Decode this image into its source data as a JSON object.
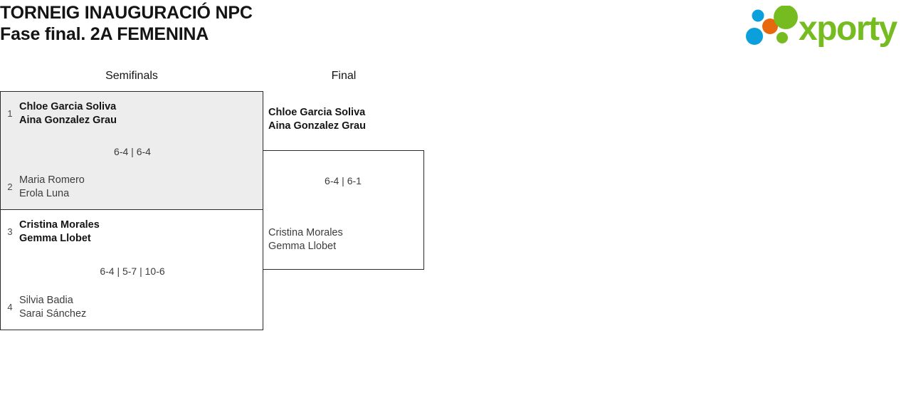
{
  "header": {
    "title_line1": "TORNEIG INAUGURACIÓ NPC",
    "title_line2": "Fase final. 2A FEMENINA",
    "logo": {
      "name": "xporty-logo",
      "wordmark": "xporty",
      "colors": {
        "green": "#76bc21",
        "blue": "#0b9fdb",
        "orange": "#e8680d"
      }
    }
  },
  "bracket": {
    "rounds": [
      {
        "id": "semifinals",
        "label": "Semifinals"
      },
      {
        "id": "final",
        "label": "Final"
      }
    ],
    "matches": {
      "sf1": {
        "highlighted": true,
        "score": "6-4 | 6-4",
        "top": {
          "seed": "1",
          "is_winner": true,
          "player1": "Chloe Garcia Soliva",
          "player2": "Aina Gonzalez Grau"
        },
        "bottom": {
          "seed": "2",
          "is_winner": false,
          "player1": "Maria Romero",
          "player2": "Erola Luna"
        }
      },
      "sf2": {
        "highlighted": false,
        "score": "6-4 | 5-7 | 10-6",
        "top": {
          "seed": "3",
          "is_winner": true,
          "player1": "Cristina Morales",
          "player2": "Gemma Llobet"
        },
        "bottom": {
          "seed": "4",
          "is_winner": false,
          "player1": "Silvia Badia",
          "player2": "Sarai Sánchez"
        }
      },
      "final": {
        "highlighted": false,
        "score": "6-4 | 6-1",
        "top": {
          "seed": "",
          "is_winner": true,
          "player1": "Chloe Garcia Soliva",
          "player2": "Aina Gonzalez Grau"
        },
        "bottom": {
          "seed": "",
          "is_winner": false,
          "player1": "Cristina Morales",
          "player2": "Gemma Llobet"
        }
      }
    }
  }
}
